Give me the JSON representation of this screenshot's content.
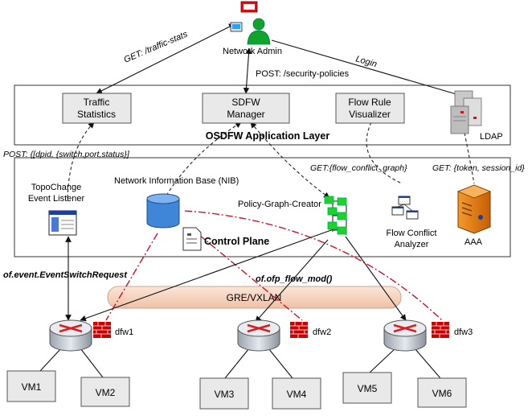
{
  "admin": {
    "label": "Network Admin"
  },
  "edges": {
    "get_traffic_stats": "GET: /traffic-stats",
    "login": "Login",
    "post_security_policies": "POST: /security-policies",
    "post_dpid": "POST: {[dpid, {switch,port,status}]",
    "get_flow_conflict_graph": "GET:{flow_conflict_graph}",
    "get_token_session": "GET: {token, session_id}",
    "event_switch_request": "of.event.EventSwitchRequest",
    "ofp_flow_mod": "of.ofp_flow_mod()"
  },
  "app_layer": {
    "title": "OSDFW Application Layer",
    "traffic_statistics": [
      "Traffic",
      "Statistics"
    ],
    "sdfw_manager": [
      "SDFW",
      "Manager"
    ],
    "flow_rule_visualizer": [
      "Flow Rule",
      "Visualizer"
    ],
    "ldap": "LDAP"
  },
  "control_plane": {
    "title": "Control Plane",
    "topo_listener": [
      "TopoChange",
      "Event Listener"
    ],
    "nib": "Network Information Base (NIB)",
    "policy_graph_creator": "Policy-Graph-Creator",
    "flow_conflict_analyzer": [
      "Flow Conflict",
      "Analyzer"
    ],
    "aaa": "AAA"
  },
  "tunnel": {
    "label": "GRE/VXLAN"
  },
  "firewalls": [
    "dfw1",
    "dfw2",
    "dfw3"
  ],
  "vms": [
    "VM1",
    "VM2",
    "VM3",
    "VM4",
    "VM5",
    "VM6"
  ],
  "colors": {
    "dashed_red": "#d9001b",
    "tunnel_fill": "#f8d7c3",
    "firewall": "#cc0000",
    "router": "#b8c0cc",
    "box_green": "#1fd12a"
  }
}
